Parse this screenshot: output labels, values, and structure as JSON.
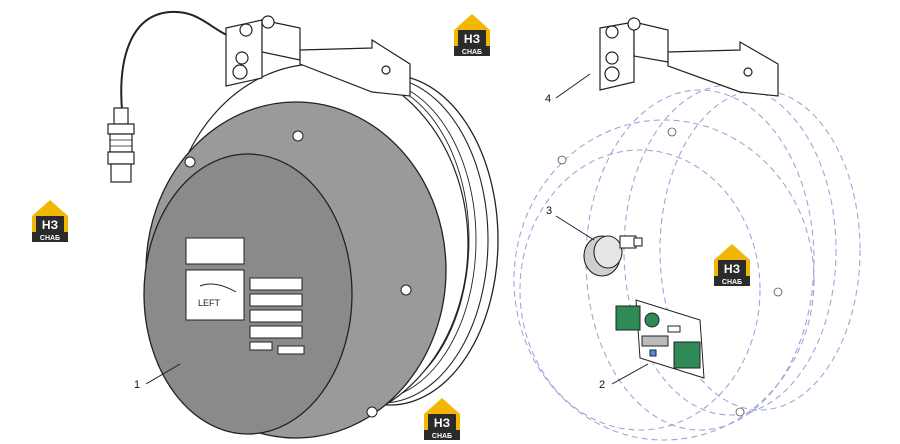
{
  "callouts": [
    {
      "id": "1",
      "label": "1"
    },
    {
      "id": "2",
      "label": "2"
    },
    {
      "id": "3",
      "label": "3"
    },
    {
      "id": "4",
      "label": "4"
    }
  ],
  "nameplate": {
    "direction_label": "LEFT"
  },
  "logo": {
    "letters": "НЗ",
    "caption": "СНАБ",
    "color_yellow": "#f2b705",
    "color_dark": "#2b2b2b"
  },
  "colors": {
    "housing": "#8a8a8a",
    "housing_dark": "#6f6f6f",
    "ghost_lines": "#9aa8d8",
    "board_green": "#2e8b57"
  }
}
